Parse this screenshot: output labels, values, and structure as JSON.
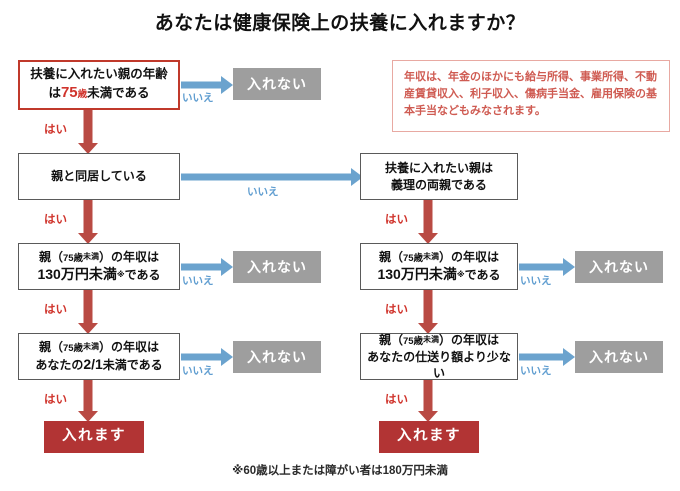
{
  "title": "あなたは健康保険上の扶養に入れますか？",
  "colors": {
    "red_accent": "#d0342c",
    "red_arrow": "#b94a43",
    "red_result": "#b23434",
    "blue_arrow": "#6ba3ce",
    "blue_label": "#5f9dd0",
    "gray_box": "#9e9e9e",
    "start_border": "#c0392b",
    "note_border": "#e8a9a2",
    "note_text": "#cf5b52"
  },
  "labels": {
    "yes": "はい",
    "no": "いいえ",
    "cannot_enroll": "入れない",
    "can_enroll": "入れます"
  },
  "note": {
    "text": "年収は、年金のほかにも給与所得、事業所得、不動産賃貸収入、利子収入、傷病手当金、雇用保険の基本手当などもみなされます。"
  },
  "footnote": "※60歳以上または障がい者は180万円未満",
  "nodes": {
    "start": {
      "line1_a": "扶養に入れたい親の年齢",
      "line2_a": "は",
      "line2_age_num": "75",
      "line2_age_unit": "歳",
      "line2_b": "未満である"
    },
    "live_together": {
      "text": "親と同居している"
    },
    "in_law": {
      "line1": "扶養に入れたい親は",
      "line2": "義理の両親である"
    },
    "income_130_left": {
      "line1_a": "親（",
      "line1_age": "75歳",
      "line1_sub": "未満",
      "line1_b": "）の年収は",
      "line2_num": "130万円未満",
      "line2_mark": "※",
      "line2_tail": "である"
    },
    "income_half_left": {
      "line1_a": "親（",
      "line1_age": "75歳",
      "line1_sub": "未満",
      "line1_b": "）の年収は",
      "line2_a": "あなたの",
      "line2_frac": "2/1",
      "line2_b": "未満である"
    },
    "income_130_right": {
      "line1_a": "親（",
      "line1_age": "75歳",
      "line1_sub": "未満",
      "line1_b": "）の年収は",
      "line2_num": "130万円未満",
      "line2_mark": "※",
      "line2_tail": "である"
    },
    "income_remit_right": {
      "line1_a": "親（",
      "line1_age": "75歳",
      "line1_sub": "未満",
      "line1_b": "）の年収は",
      "line2": "あなたの仕送り額より少ない"
    }
  },
  "outcomes": {
    "no_1": "入れない",
    "no_2": "入れない",
    "no_3": "入れない",
    "no_4": "入れない",
    "yes_left": "入れます",
    "yes_right": "入れます"
  }
}
